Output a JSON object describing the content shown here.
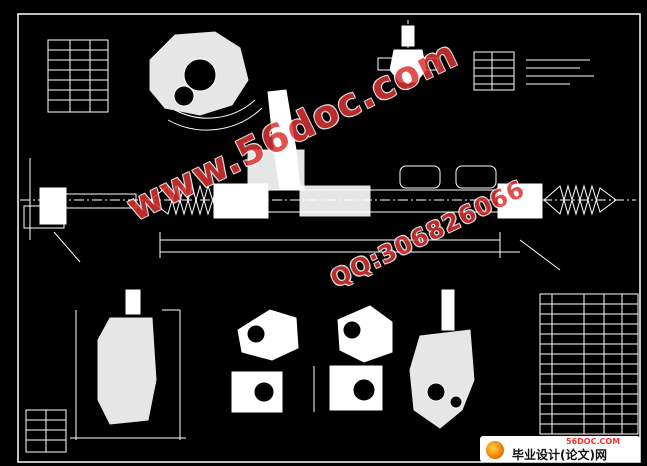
{
  "drawing": {
    "background": "#000000",
    "line_color": "#ffffff"
  },
  "watermark": {
    "text": "www.56doc.com",
    "qq": "QQ:306826066",
    "color": "#dd3333"
  },
  "brand": {
    "site": "56DOC.COM",
    "name": "毕业设计(论文)网",
    "logo": "sun-logo-icon"
  }
}
